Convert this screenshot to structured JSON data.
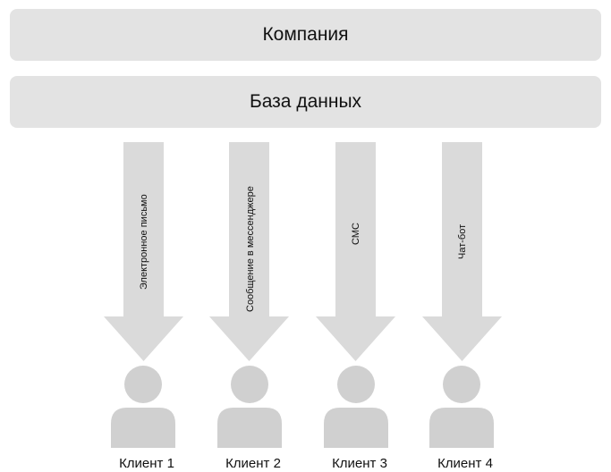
{
  "company": {
    "label": "Компания"
  },
  "database": {
    "label": "База данных"
  },
  "channels": [
    {
      "label": "Электронное письмо"
    },
    {
      "label": "Сообщение в мессенджере"
    },
    {
      "label": "СМС"
    },
    {
      "label": "Чат-бот"
    }
  ],
  "clients": [
    {
      "label": "Клиент 1",
      "icon": "person-icon"
    },
    {
      "label": "Клиент 2",
      "icon": "person-icon"
    },
    {
      "label": "Клиент 3",
      "icon": "person-icon"
    },
    {
      "label": "Клиент 4",
      "icon": "person-icon"
    }
  ],
  "colors": {
    "bar_fill": "#e3e3e3",
    "arrow_fill": "#dadada",
    "person_fill": "#d0d0d0",
    "text": "#111111"
  }
}
